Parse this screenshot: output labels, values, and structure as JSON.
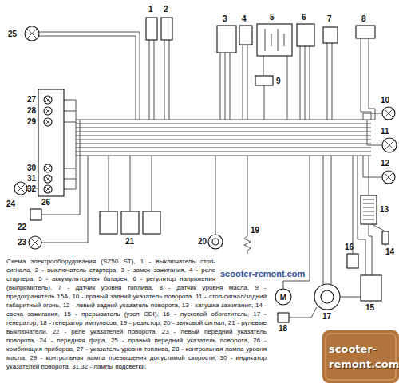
{
  "diagram": {
    "caption": "Схема электрооборудования (SZ50 ST), 1 - выключатель стоп-сигнала, 2 - выключатель стартера, 3 - замок зажигания, 4 - реле стартера, 5 - аккумуляторная батарея, 6 - регулятор напряжения (выпрямитель), 7 - датчик уровня топлива, 8 - датчик уровня масла, 9 - предохранитель 15А, 10 - правый задний указатель поворота, 11 - стоп-сигнал/задний габаритный огонь, 12 - левый задний указатель поворота, 13 - катушка зажигания, 14 - свеча зажигания, 15 - прерыватель (узел CDI), 16 - пусковой обогатитель, 17 - генератор, 18 - генератор импульсов, 19 - резистор, 20 - звуковой сигнал, 21 - рулевые выключатели, 22 - реле указателей поворота, 23 - левый передний указатель поворота, 24 - передняя фара, 25 - правый передний указатель поворота, 26 - комбинация приборов, 27 - указатель уровня топлива, 28 - контрольная лампа уровня масла, 29 - контрольная лампа превышения допустимой скорости, 30 - индикатор указателей поворота, 31,32 - лампы подсветки.",
    "labels": [
      "25",
      "1",
      "2",
      "3",
      "4",
      "5",
      "6",
      "7",
      "8",
      "27",
      "28",
      "29",
      "9",
      "10",
      "11",
      "12",
      "30",
      "31",
      "32",
      "26",
      "24",
      "22",
      "13",
      "21",
      "20",
      "19",
      "23",
      "14",
      "M",
      "18",
      "16",
      "17",
      "15",
      "scooter-remont.com",
      "scooter-remont.com"
    ]
  }
}
